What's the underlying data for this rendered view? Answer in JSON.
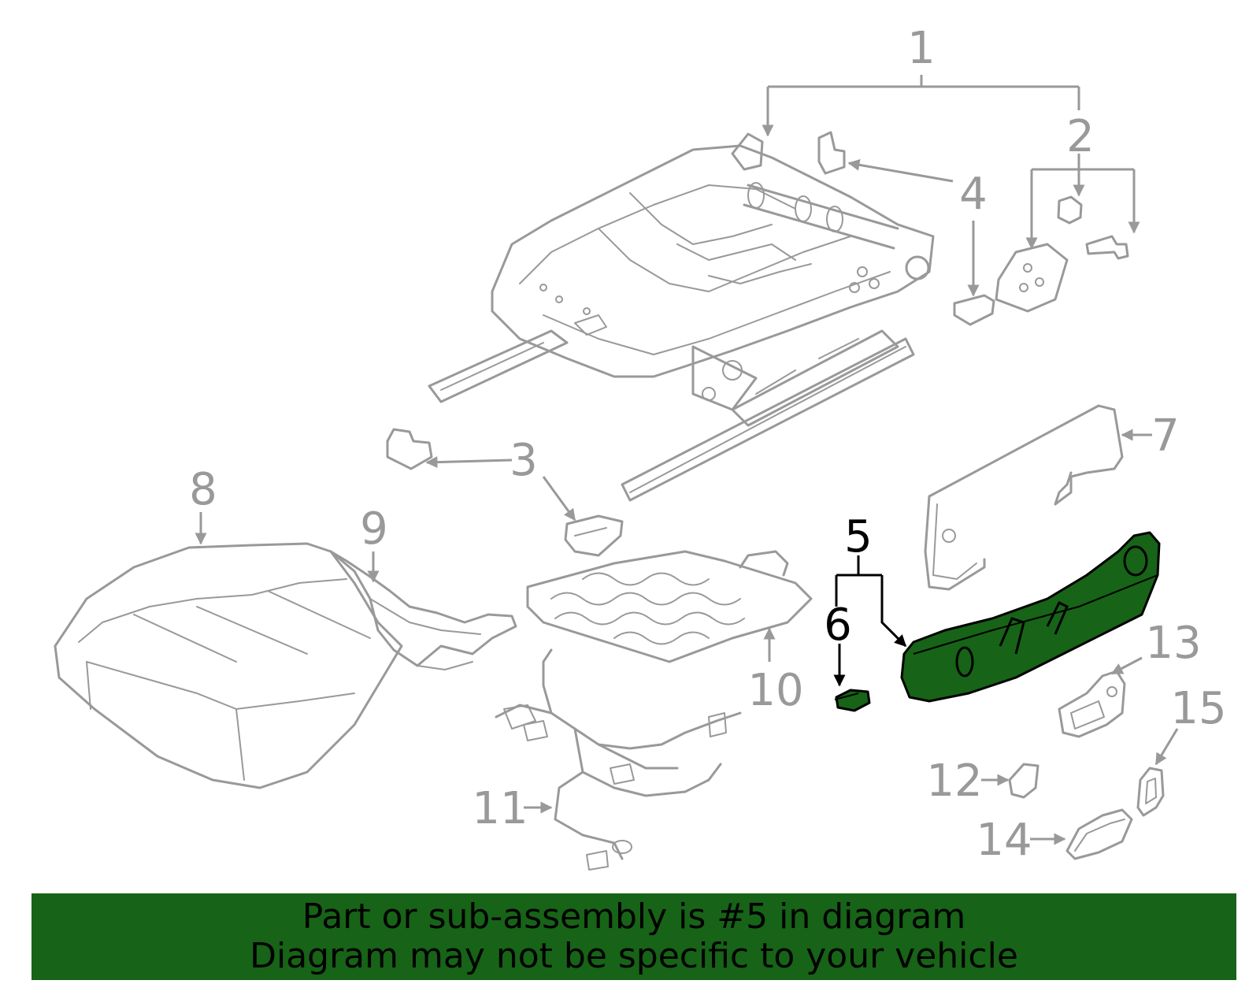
{
  "colors": {
    "part_outline": "#999999",
    "highlight_fill": "#176317",
    "highlight_stroke": "#000000",
    "banner_background": "#176317",
    "banner_text": "#000000"
  },
  "highlighted_part": "5",
  "callouts": {
    "c1": "1",
    "c2": "2",
    "c3": "3",
    "c4": "4",
    "c5": "5",
    "c6": "6",
    "c7": "7",
    "c8": "8",
    "c9": "9",
    "c10": "10",
    "c11": "11",
    "c12": "12",
    "c13": "13",
    "c14": "14",
    "c15": "15"
  },
  "footer": {
    "line1": "Part or sub-assembly is #5 in diagram",
    "line2": "Diagram may not be specific to your vehicle"
  }
}
